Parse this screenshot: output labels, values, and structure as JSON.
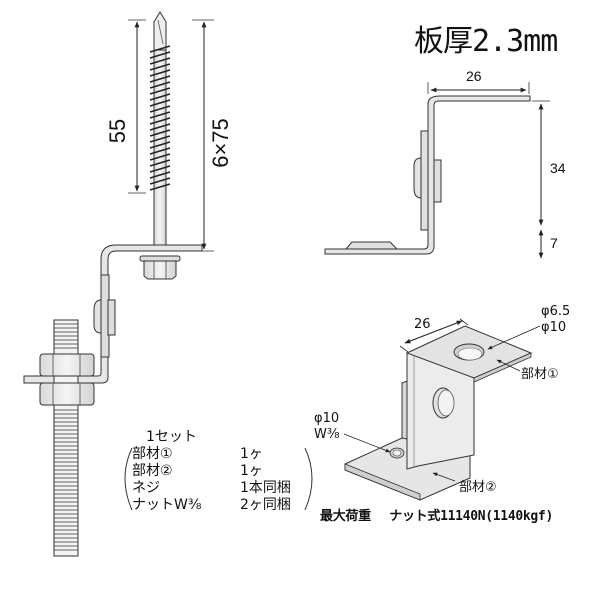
{
  "title": "板厚2.3mm",
  "screw_view": {
    "thread_length_label": "55",
    "screw_size_label": "6×75"
  },
  "side_view": {
    "width_label": "26",
    "height_upper_label": "34",
    "height_lower_label": "7"
  },
  "iso_view": {
    "width_label": "26",
    "hole_top_label_1": "φ6.5",
    "hole_top_label_2": "φ10",
    "part1_label": "部材①",
    "hole_bottom_label_1": "φ10",
    "hole_bottom_label_2": "W⅜",
    "part2_label": "部材②"
  },
  "set_contents": {
    "heading": "1セット",
    "items": [
      {
        "name": "部材①",
        "qty": "1ヶ"
      },
      {
        "name": "部材②",
        "qty": "1ヶ"
      },
      {
        "name": "ネジ",
        "qty": "1本同梱"
      },
      {
        "name": "ナットW⅜",
        "qty": "2ヶ同梱"
      }
    ]
  },
  "max_load": {
    "label": "最大荷重",
    "value": "ナット式11140N(1140kgf)"
  },
  "colors": {
    "metal_fill": "#e6e6e6",
    "line": "#333333",
    "background": "#ffffff"
  }
}
